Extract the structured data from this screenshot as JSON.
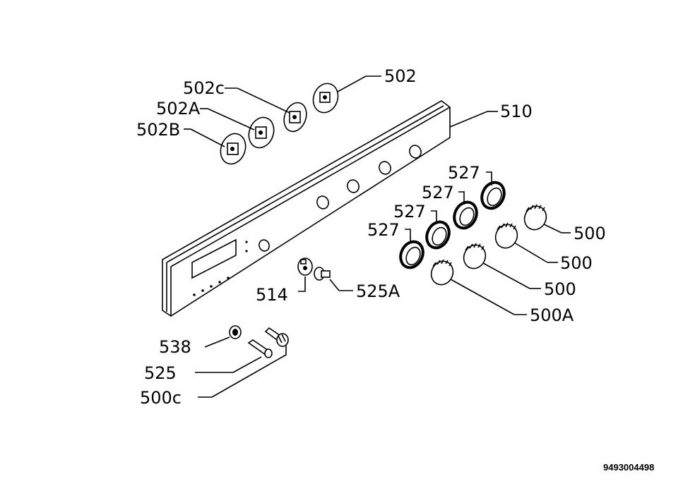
{
  "diagram": {
    "drawing_number": "9493004498",
    "labels": {
      "p502": "502",
      "p502c": "502c",
      "p502a": "502A",
      "p502b": "502B",
      "p510": "510",
      "p527_1": "527",
      "p527_2": "527",
      "p527_3": "527",
      "p527_4": "527",
      "p500_1": "500",
      "p500_2": "500",
      "p500_3": "500",
      "p500a": "500A",
      "p514": "514",
      "p525a": "525A",
      "p538": "538",
      "p525": "525",
      "p500c": "500c"
    }
  }
}
